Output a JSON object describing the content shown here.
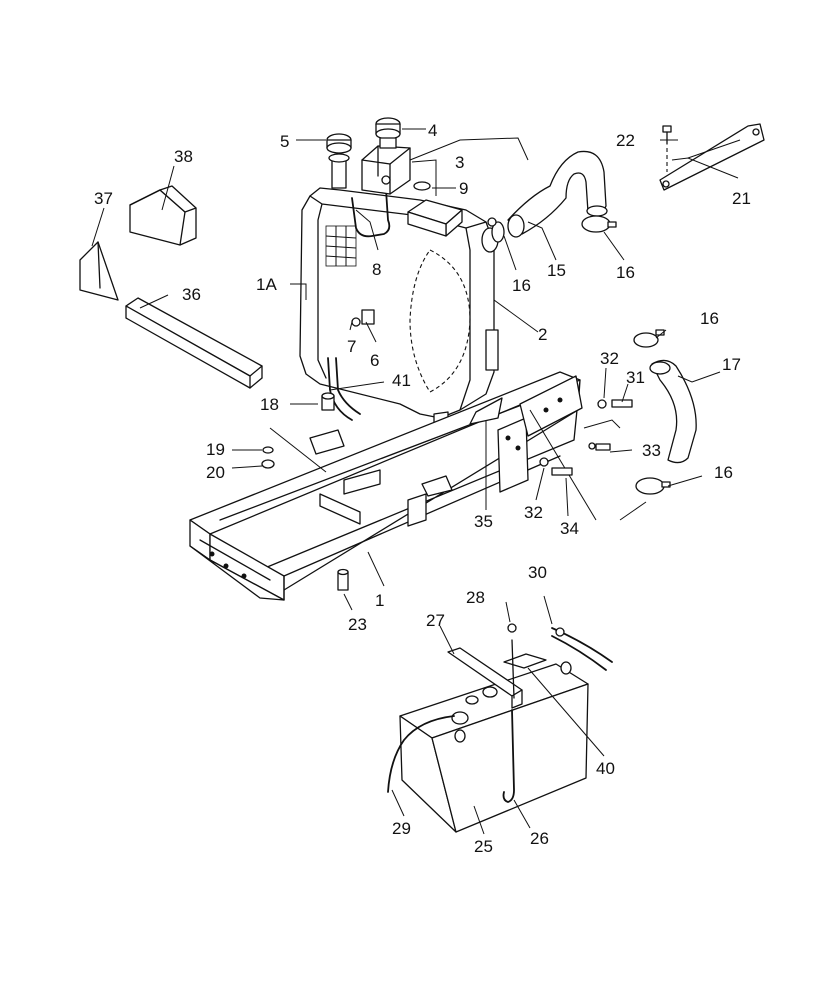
{
  "diagram": {
    "callouts": {
      "c1": "1",
      "c1A": "1A",
      "c2": "2",
      "c3": "3",
      "c4": "4",
      "c5": "5",
      "c6": "6",
      "c7": "7",
      "c8": "8",
      "c9": "9",
      "c15": "15",
      "c16a": "16",
      "c16b": "16",
      "c16c": "16",
      "c16d": "16",
      "c17": "17",
      "c18": "18",
      "c19": "19",
      "c20": "20",
      "c21": "21",
      "c22": "22",
      "c23": "23",
      "c25": "25",
      "c26": "26",
      "c27": "27",
      "c28": "28",
      "c29": "29",
      "c30": "30",
      "c31": "31",
      "c32a": "32",
      "c32b": "32",
      "c33": "33",
      "c34": "34",
      "c35": "35",
      "c36": "36",
      "c37": "37",
      "c38": "38",
      "c40": "40",
      "c41": "41"
    }
  }
}
